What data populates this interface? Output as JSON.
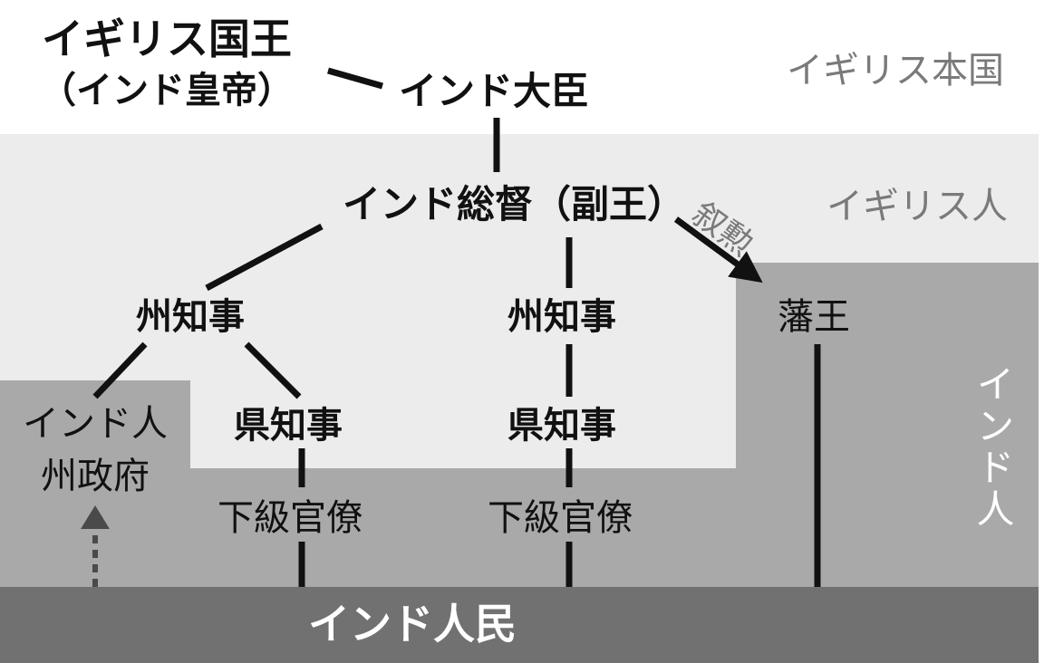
{
  "colors": {
    "background": "#ffffff",
    "british_zone": "#ececec",
    "indian_zone": "#a9a9a9",
    "people_bar": "#717171",
    "line": "#111111",
    "zone_label": "#7a7a7a",
    "dashed_arrow": "#4a4a4a"
  },
  "zones": {
    "homeland_label": "イギリス本国",
    "british_label": "イギリス人",
    "indian_label": "インド人"
  },
  "nodes": {
    "king_line1": "イギリス国王",
    "king_line2": "（インド皇帝）",
    "india_minister": "インド大臣",
    "viceroy": "インド総督（副王）",
    "governor_left": "州知事",
    "governor_right": "州知事",
    "prefect_left": "県知事",
    "prefect_right": "県知事",
    "official_left": "下級官僚",
    "official_right": "下級官僚",
    "indian_gov_line1": "インド人",
    "indian_gov_line2": "州政府",
    "prince": "藩王",
    "people": "インド人民"
  },
  "edges": {
    "honor_label": "叙勲"
  }
}
